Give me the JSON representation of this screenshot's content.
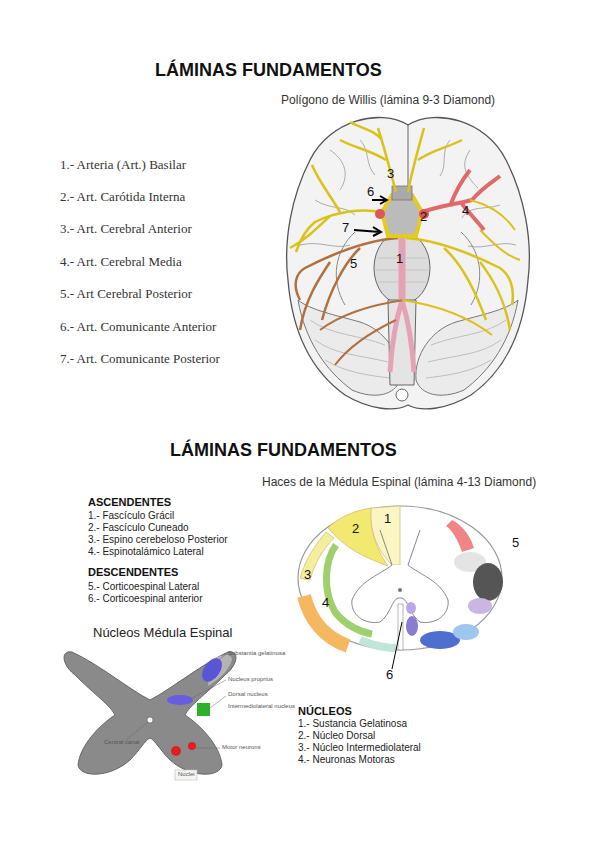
{
  "diagram": {
    "title": "LÁMINAS FUNDAMENTOS",
    "labels": [
      "LÁMINAS FUNDAMENTOS",
      "Polígono de Willis (lámina 9-3 Diamond)",
      "1.- Arteria (Art.) Basilar",
      "2.- Art. Carótida Interna",
      "3.- Art. Cerebral Anterior",
      "4.- Art. Cerebral Media",
      "5.- Art Cerebral Posterior",
      "6.- Art. Comunicante Anterior",
      "7.- Art. Comunicante Posterior",
      "3",
      "6",
      "2",
      "4",
      "7",
      "5",
      "1",
      "Haces de la Médula Espinal (lámina 4-13 Diamond)",
      "ASCENDENTES",
      "1.- Fascículo Grácil",
      "2.- Fascículo Cuneado",
      "3.- Espino cerebeloso Posterior",
      "4.- Espinotalámico Lateral",
      "DESCENDENTES",
      "5.- Corticoespinal Lateral",
      "6.- Corticoespinal anterior",
      "1",
      "2",
      "5",
      "3",
      "4",
      "6",
      "Núcleos Médula Espinal",
      "Substantia gelatinosa",
      "Nucleus proprius",
      "Dorsal nucleus",
      "Intermediolateral nucleus",
      "Central canal",
      "Motor neurons",
      "Nuclei",
      "NÚCLEOS",
      "1.- Sustancia Gelatinosa",
      "2.- Núcleo Dorsal",
      "3.- Núcleo Intermediolateral",
      "4.- Neuronas Motoras"
    ]
  }
}
